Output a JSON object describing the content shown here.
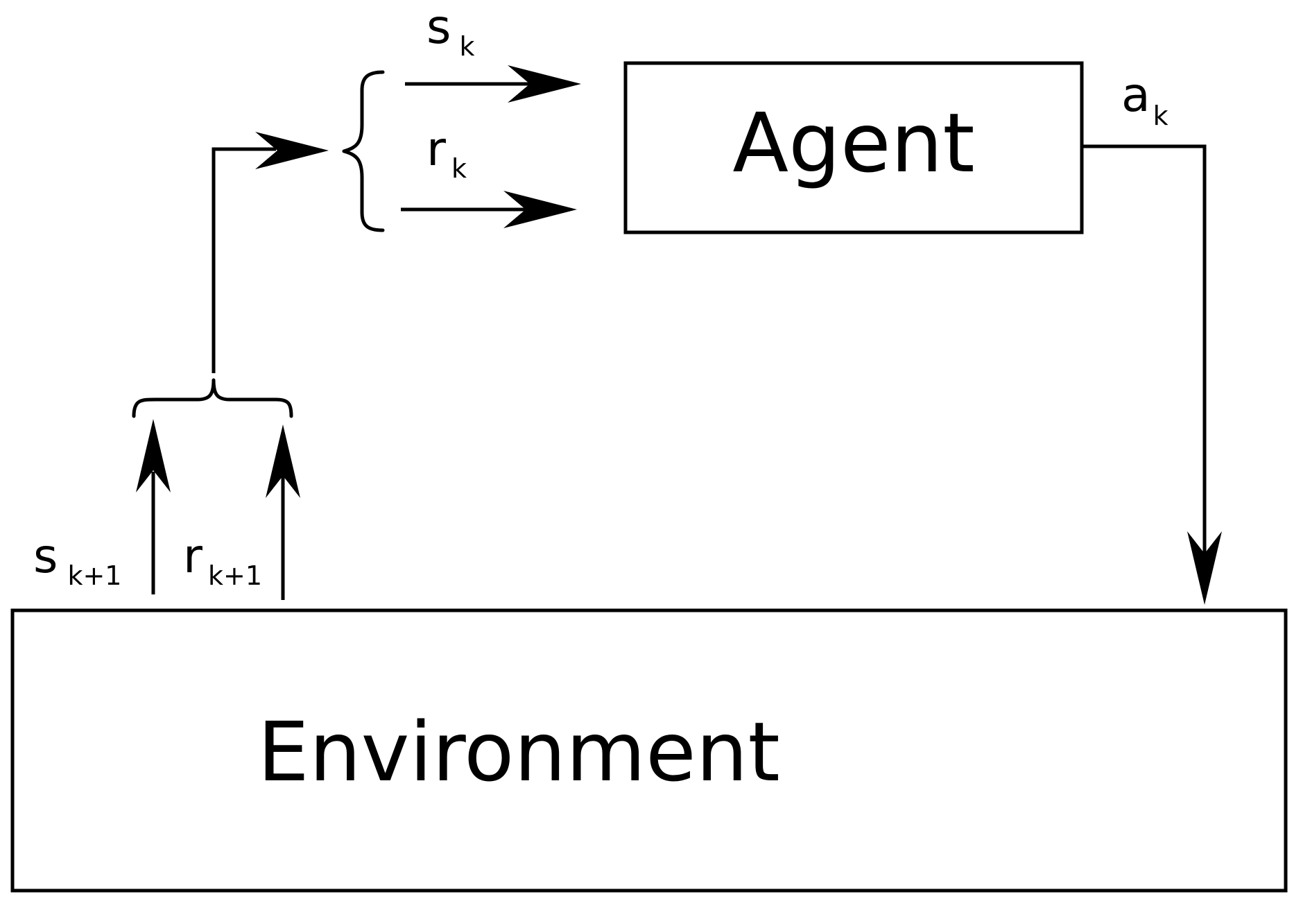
{
  "colors": {
    "stroke": "#000000",
    "background": "#ffffff"
  },
  "agent": {
    "label": "Agent"
  },
  "environment": {
    "label": "Environment"
  },
  "signals": {
    "state_current": {
      "symbol": "s",
      "subscript": "k"
    },
    "reward_current": {
      "symbol": "r",
      "subscript": "k"
    },
    "action_current": {
      "symbol": "a",
      "subscript": "k"
    },
    "state_next": {
      "symbol": "s",
      "subscript": "k+1"
    },
    "reward_next": {
      "symbol": "r",
      "subscript": "k+1"
    }
  }
}
